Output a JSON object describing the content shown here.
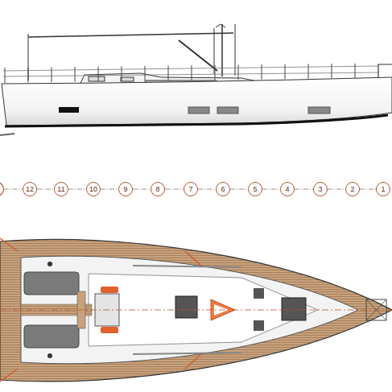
{
  "diagram": {
    "nodes": [
      {
        "text": [
          "12"
        ]
      },
      {
        "text": [
          "11"
        ]
      },
      {
        "text": [
          "10"
        ]
      },
      {
        "text": [
          "9"
        ]
      },
      {
        "text": [
          "8"
        ]
      },
      {
        "text": [
          "7"
        ]
      },
      {
        "text": [
          "6"
        ]
      },
      {
        "text": [
          "5"
        ]
      },
      {
        "text": [
          "4"
        ]
      },
      {
        "text": [
          "3"
        ]
      },
      {
        "text": [
          "2"
        ]
      },
      {
        "text": [
          "1"
        ]
      }
    ],
    "edges": [
      {
        "from": 0,
        "to": 1,
        "arrow": "none"
      },
      {
        "from": 1,
        "to": 2,
        "arrow": "none"
      },
      {
        "from": 2,
        "to": 3,
        "arrow": "none"
      },
      {
        "from": 3,
        "to": 4,
        "arrow": "none"
      },
      {
        "from": 4,
        "to": 5,
        "arrow": "none"
      },
      {
        "from": 5,
        "to": 6,
        "arrow": "none"
      },
      {
        "from": 6,
        "to": 7,
        "arrow": "none"
      },
      {
        "from": 7,
        "to": 8,
        "arrow": "none"
      },
      {
        "from": 8,
        "to": 9,
        "arrow": "none"
      },
      {
        "from": 9,
        "to": 10,
        "arrow": "none"
      },
      {
        "from": 10,
        "to": 11,
        "arrow": "none"
      }
    ]
  }
}
